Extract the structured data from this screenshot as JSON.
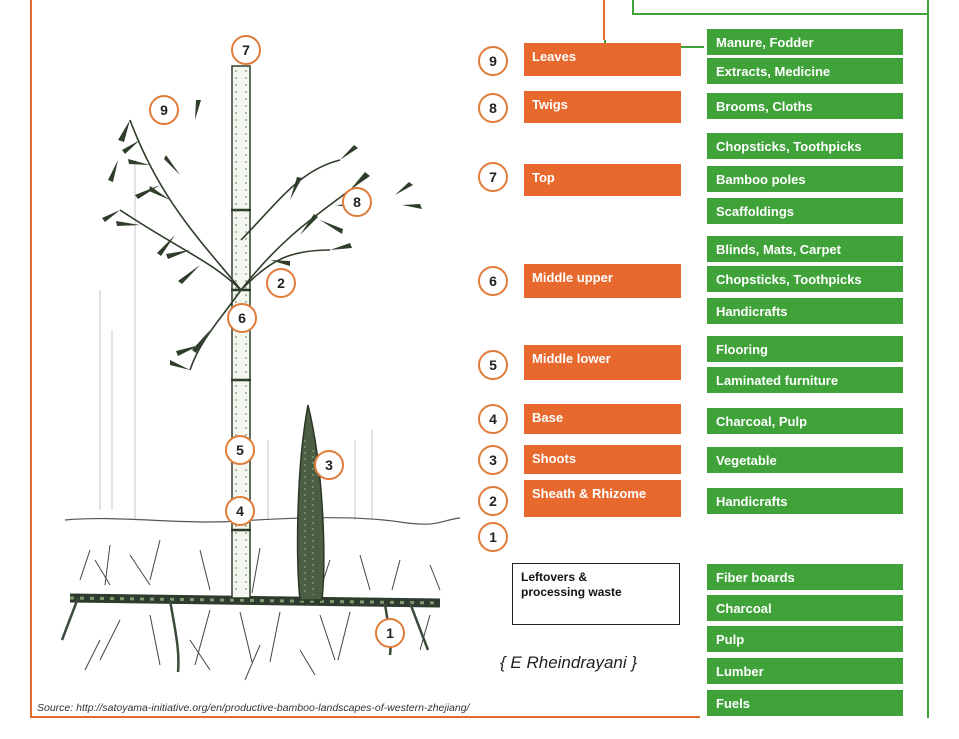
{
  "parts": [
    {
      "num": "9",
      "label": "Leaves"
    },
    {
      "num": "8",
      "label": "Twigs"
    },
    {
      "num": "7",
      "label": "Top"
    },
    {
      "num": "6",
      "label": "Middle upper"
    },
    {
      "num": "5",
      "label": "Middle lower"
    },
    {
      "num": "4",
      "label": "Base"
    },
    {
      "num": "3",
      "label": "Shoots"
    },
    {
      "num": "2",
      "label": "Sheath & Rhizome"
    },
    {
      "num": "1",
      "label": ""
    }
  ],
  "uses": [
    "Manure, Fodder",
    "Extracts,  Medicine",
    "Brooms, Cloths",
    "Chopsticks, Toothpicks",
    "Bamboo poles",
    "Scaffoldings",
    "Blinds, Mats, Carpet",
    "Chopsticks, Toothpicks",
    "Handicrafts",
    "Flooring",
    "Laminated furniture",
    "Charcoal, Pulp",
    "Vegetable",
    "Handicrafts",
    "Fiber boards",
    "Charcoal",
    "Pulp",
    "Lumber",
    "Fuels"
  ],
  "plant_markers": [
    "7",
    "9",
    "8",
    "2",
    "6",
    "5",
    "3",
    "4",
    "1"
  ],
  "leftovers": "Leftovers &\nprocessing waste",
  "credit": "{ E Rheindrayani }",
  "source": "Source: http://satoyama-initiative.org/en/productive-bamboo-landscapes-of-western-zhejiang/",
  "colors": {
    "part": "#e8692d",
    "use": "#3fa33a",
    "marker": "#e07b39"
  }
}
